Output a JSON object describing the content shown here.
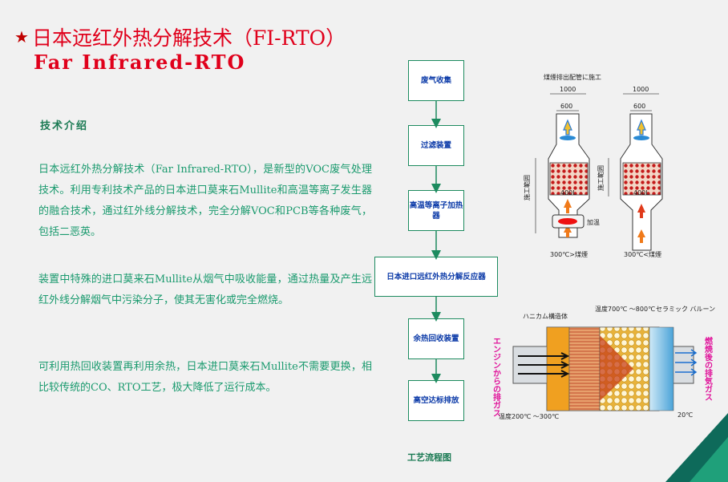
{
  "title": {
    "star": "★",
    "cn": "日本远红外热分解技术（FI-RTO）",
    "en": "Far Infrared-RTO"
  },
  "intro": {
    "heading": "技术介绍",
    "p1": "日本远红外热分解技术（Far Infrared-RTO），是新型的VOC废气处理技术。利用专利技术产品的日本进口莫来石Mullite和高温等离子发生器的融合技术，通过红外线分解技术，完全分解VOC和PCB等各种废气，包括二恶英。",
    "p2": "装置中特殊的进口莫来石Mullite从烟气中吸收能量，通过热量及产生远红外线分解烟气中污染分子，使其无害化或完全燃烧。",
    "p3": "可利用热回收装置再利用余热，日本进口莫来石Mullite不需要更换，相比较传统的CO、RTO工艺，极大降低了运行成本。"
  },
  "flow": {
    "steps": [
      "废气收集",
      "过滤装置",
      "高温等离子加热器",
      "日本进口远红外热分解反应器",
      "余热回收装置",
      "高空达标排放"
    ],
    "caption": "工艺流程图"
  },
  "diagram1": {
    "title": "煤煙排出配管に施工",
    "dim_outer": "1000",
    "dim_inner": "600",
    "volume": "400L",
    "side_label": "施工範囲",
    "heater_label": "加温",
    "left_caption": "300℃>煤煙",
    "right_caption": "300℃<煤煙"
  },
  "diagram2": {
    "honeycomb": "ハニカム構造体",
    "temp_hot": "温度700℃ ～800℃",
    "balloon": "セラミック バルーン",
    "inlet": "エンジンからの排ガス",
    "outlet": "燃焼後の排気ガス",
    "temp_in": "温度200℃ ～300℃",
    "temp_out": "20℃"
  },
  "colors": {
    "accent_red": "#e0001b",
    "text_green": "#1a9a6e",
    "flow_border": "#1d8b5f",
    "flow_text": "#0b3aa8",
    "corner": "#0e6a5a"
  }
}
